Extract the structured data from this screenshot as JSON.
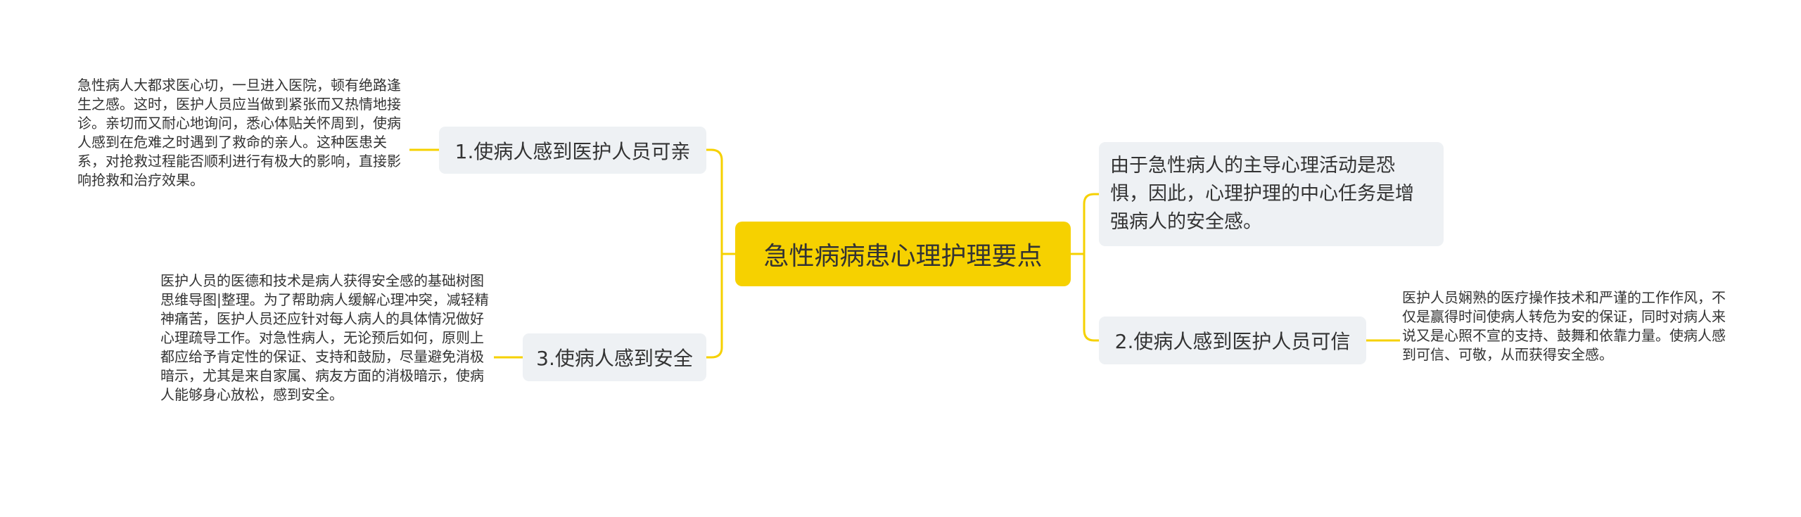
{
  "root": {
    "label": "急性病病患心理护理要点"
  },
  "topics": {
    "t1": {
      "label": "1.使病人感到医护人员可亲"
    },
    "t2": {
      "label": "由于急性病人的主导心理活动是恐惧，因此，心理护理的中心任务是增强病人的安全感。"
    },
    "t3": {
      "label": "3.使病人感到安全"
    },
    "t4": {
      "label": "2.使病人感到医护人员可信"
    }
  },
  "notes": {
    "n1": {
      "text": "急性病人大都求医心切，一旦进入医院，顿有绝路逢生之感。这时，医护人员应当做到紧张而又热情地接诊。亲切而又耐心地询问，悉心体贴关怀周到，使病人感到在危难之时遇到了救命的亲人。这种医患关系，对抢救过程能否顺利进行有极大的影响，直接影响抢救和治疗效果。"
    },
    "n3": {
      "text": "医护人员的医德和技术是病人获得安全感的基础树图思维导图|整理。为了帮助病人缓解心理冲突，减轻精神痛苦，医护人员还应针对每人病人的具体情况做好心理疏导工作。对急性病人，无论预后如何，原则上都应给予肯定性的保证、支持和鼓励，尽量避免消极暗示，尤其是来自家属、病友方面的消极暗示，使病人能够身心放松，感到安全。"
    },
    "n4": {
      "text": "医护人员娴熟的医疗操作技术和严谨的工作作风，不仅是赢得时间使病人转危为安的保证，同时对病人来说又是心照不宣的支持、鼓舞和依靠力量。使病人感到可信、可敬，从而获得安全感。"
    }
  },
  "colors": {
    "root_fill": "#f6d100",
    "topic_fill": "#eef1f4",
    "connector": "#f6d100",
    "text": "#333333"
  }
}
